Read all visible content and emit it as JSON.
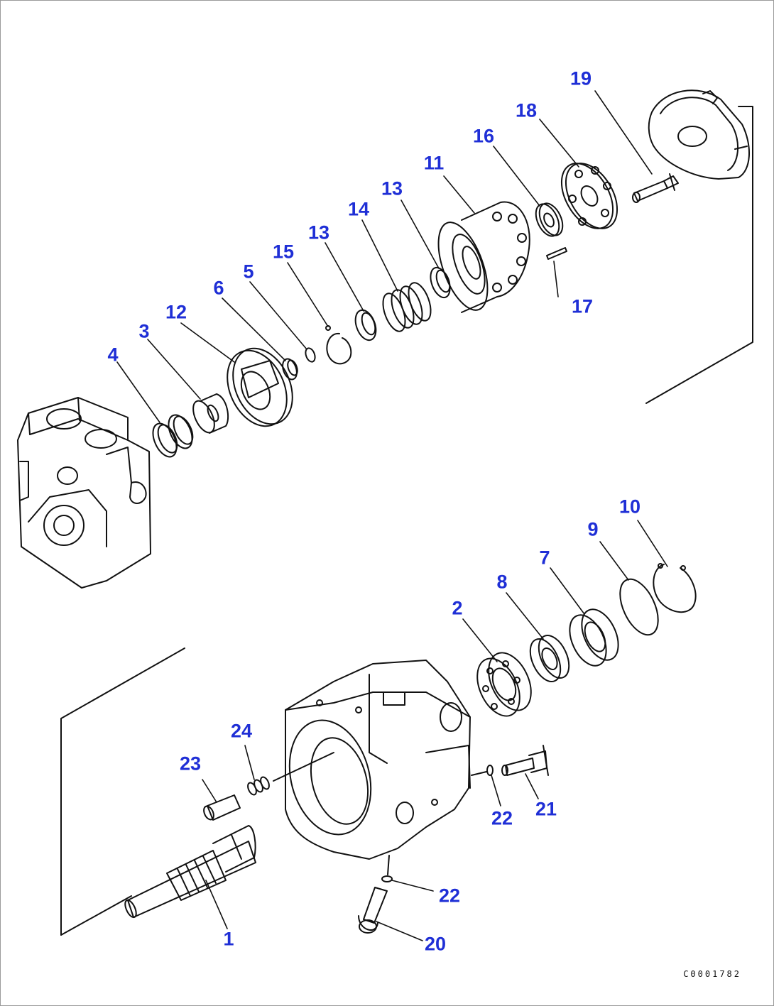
{
  "drawing_code": "C0001782",
  "callouts": {
    "c1": "1",
    "c2": "2",
    "c3": "3",
    "c4": "4",
    "c5": "5",
    "c6": "6",
    "c7": "7",
    "c8": "8",
    "c9": "9",
    "c10": "10",
    "c11": "11",
    "c12": "12",
    "c13a": "13",
    "c13b": "13",
    "c14": "14",
    "c15": "15",
    "c16": "16",
    "c17": "17",
    "c18": "18",
    "c19": "19",
    "c20": "20",
    "c21": "21",
    "c22a": "22",
    "c22b": "22",
    "c23": "23",
    "c24": "24"
  },
  "colors": {
    "callout": "#1f2fd6",
    "linework": "#111111",
    "frame": "#9a9a9a"
  }
}
